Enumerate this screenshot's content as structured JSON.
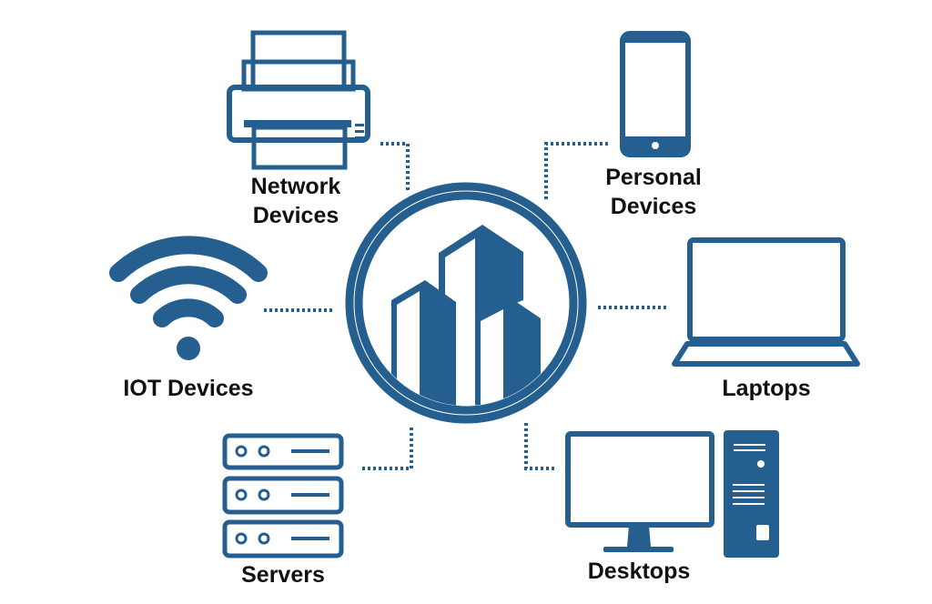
{
  "colors": {
    "primary": "#245f8f",
    "text": "#111111",
    "background": "#ffffff"
  },
  "center": {
    "icon": "buildings-icon"
  },
  "nodes": [
    {
      "label_lines": [
        "Network",
        "Devices"
      ],
      "icon": "printer-icon"
    },
    {
      "label_lines": [
        "Personal",
        "Devices"
      ],
      "icon": "smartphone-icon"
    },
    {
      "label_lines": [
        "IOT Devices"
      ],
      "icon": "wifi-icon"
    },
    {
      "label_lines": [
        "Laptops"
      ],
      "icon": "laptop-icon"
    },
    {
      "label_lines": [
        "Servers"
      ],
      "icon": "server-rack-icon"
    },
    {
      "label_lines": [
        "Desktops"
      ],
      "icon": "desktop-computer-icon"
    }
  ]
}
